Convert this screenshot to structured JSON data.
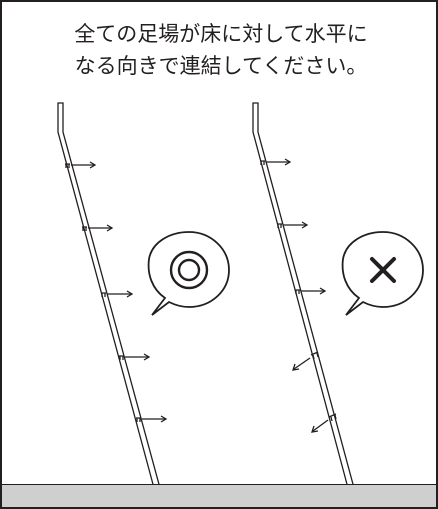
{
  "instruction": {
    "line1": "全ての足場が床に対して水平に",
    "line2": "なる向きで連結してください。"
  },
  "colors": {
    "ink": "#231f20",
    "floor": "#cfcfcf",
    "background": "#ffffff"
  },
  "examples": [
    {
      "verdict": "correct",
      "mark": "◎",
      "icon": "double-circle-icon"
    },
    {
      "verdict": "incorrect",
      "mark": "✕",
      "icon": "cross-icon"
    }
  ]
}
